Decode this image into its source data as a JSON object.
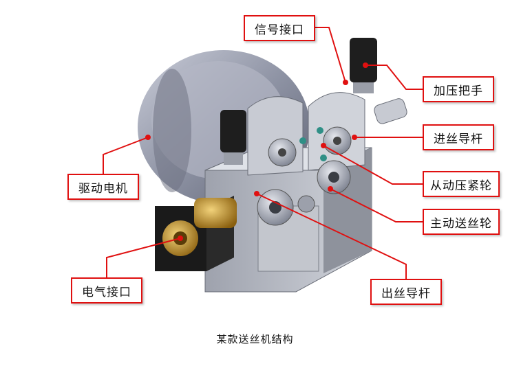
{
  "labels": {
    "signal_port": "信号接口",
    "pressure_handle": "加压把手",
    "wire_feed_guide": "进丝导杆",
    "drive_motor": "驱动电机",
    "driven_pressure_roller": "从动压紧轮",
    "active_feed_roller": "主动送丝轮",
    "electrical_port": "电气接口",
    "wire_exit_guide": "出丝导杆"
  },
  "caption": "某款送丝机结构",
  "colors": {
    "callout_red": "#e01010",
    "housing_gray": "#b8bcc6",
    "motor_gray": "#8e93a4",
    "brass": "#c9951f",
    "knob_black": "#1e1e1e"
  }
}
